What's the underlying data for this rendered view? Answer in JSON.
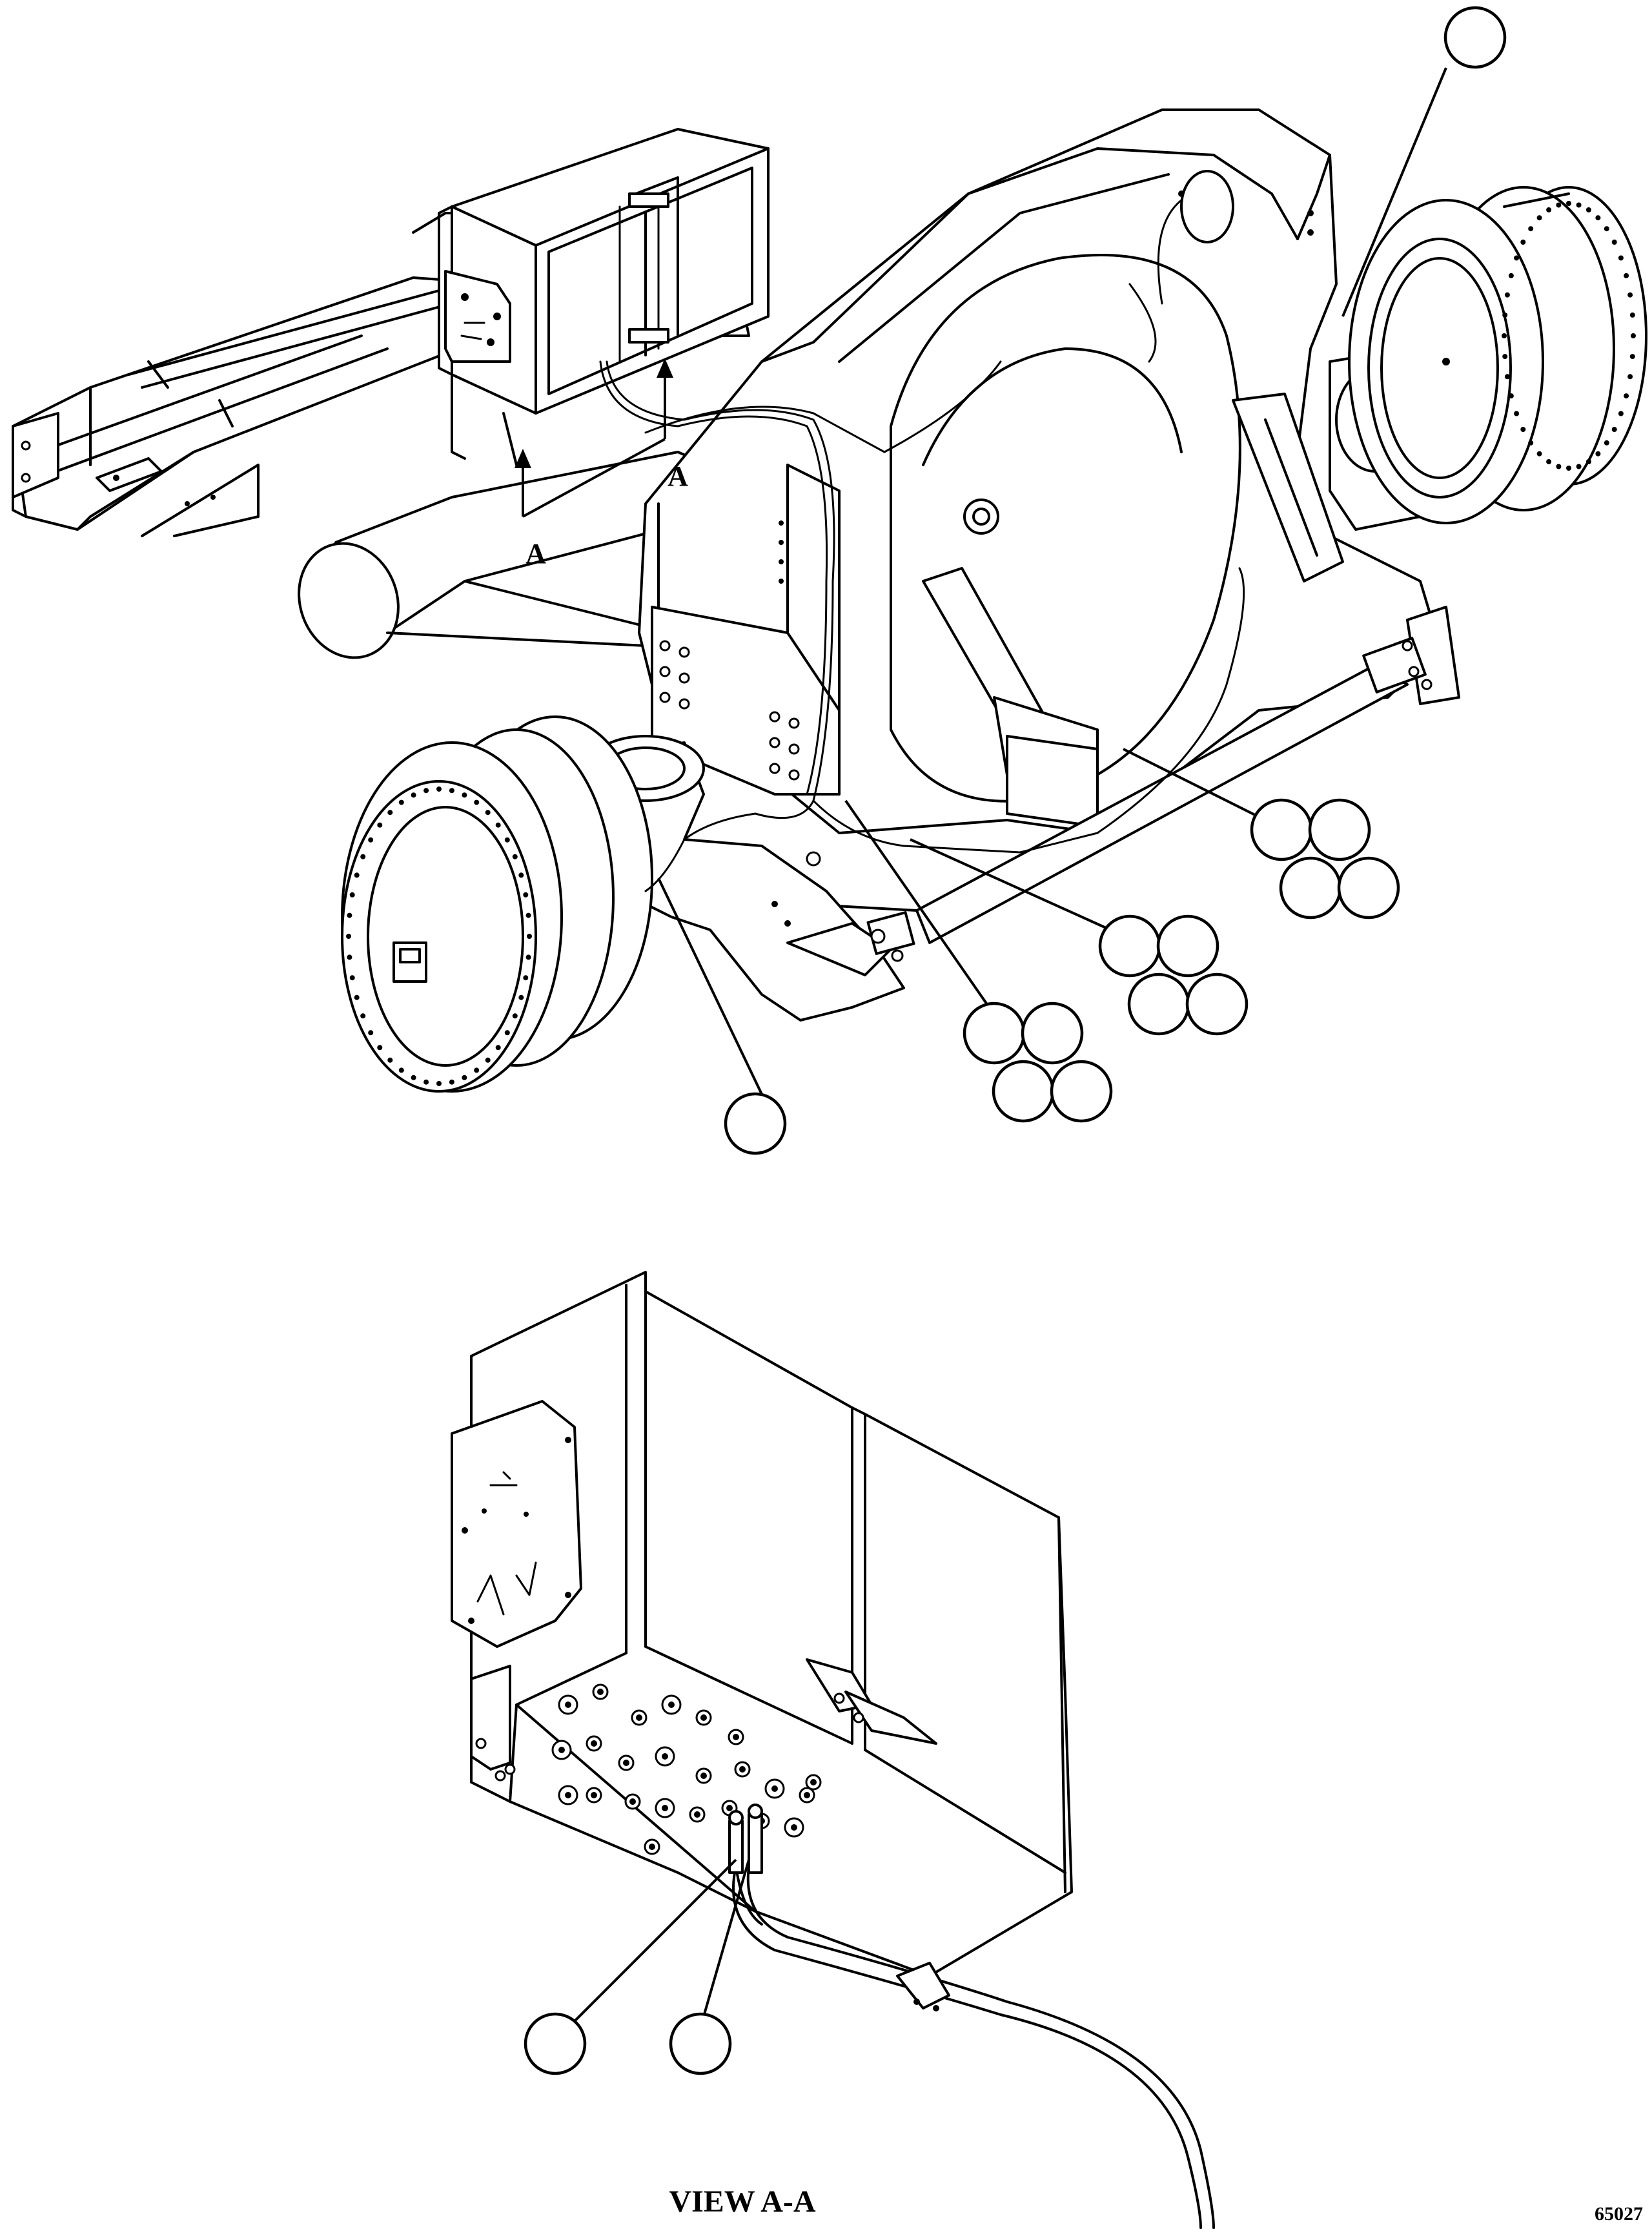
{
  "section_labels": {
    "arrow_label_1": "A",
    "arrow_label_2": "A"
  },
  "view_title": "VIEW A-A",
  "figure_number": "65027",
  "callout_groups": {
    "single_top_right": 1,
    "single_left_wheel": 1,
    "cluster_a": 4,
    "cluster_b": 4,
    "cluster_c": 4,
    "view_aa_hoses": 2
  }
}
